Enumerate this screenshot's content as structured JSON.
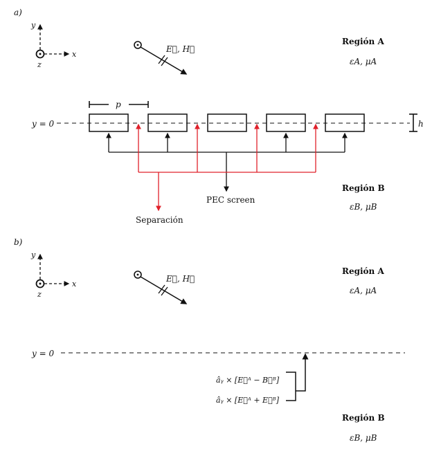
{
  "panel_a": {
    "label": "a)",
    "axes": {
      "y": "y",
      "x": "x",
      "z": "z"
    },
    "field_label": "E⃗, H⃗",
    "region_a": "Región A",
    "region_a_params": "εA, μA",
    "period_label": "p",
    "height_label": "h",
    "y0_label": "y = 0",
    "pec_label": "PEC screen",
    "gap_label": "Separación",
    "region_b": "Región B",
    "region_b_params": "εB, μB"
  },
  "panel_b": {
    "label": "b)",
    "axes": {
      "y": "y",
      "x": "x",
      "z": "z"
    },
    "field_label": "E⃗, H⃗",
    "region_a": "Región A",
    "region_a_params": "εA, μA",
    "y0_label": "y = 0",
    "condition_1": "âᵧ × [E⃗ᴬ − B⃗ᴮ]",
    "condition_2": "âᵧ × [E⃗ᴬ + E⃗ᴮ]",
    "region_b": "Región B",
    "region_b_params": "εB, μB"
  },
  "colors": {
    "line": "#111111",
    "gap": "#e0202a"
  }
}
